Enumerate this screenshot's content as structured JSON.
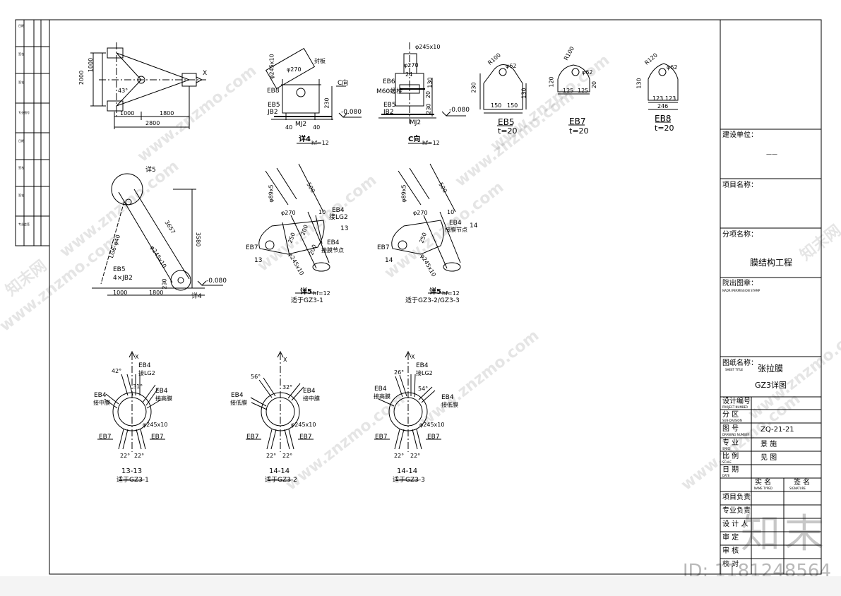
{
  "left_strip": {
    "labels": [
      "日期",
      "签名",
      "签名",
      "专业图号",
      "日期",
      "签名",
      "签名",
      "专业会签"
    ]
  },
  "drawing1": {
    "axis_x": "X",
    "dim_1000": "1000",
    "dim_2000": "2000",
    "dim_1800": "1800",
    "dim_2800": "2800",
    "angle": "43°"
  },
  "detail4": {
    "labels": {
      "top": "φ270",
      "pipe": "φ245x10",
      "side": "封板",
      "c_dir": "C向",
      "eb8": "EB8",
      "eb5": "EB5",
      "jb2": "JB2",
      "mj2": "MJ2",
      "dim230": "230",
      "dim40a": "40",
      "dim40b": "40",
      "elev": "-0.080"
    },
    "title": "详4",
    "sub": "hf=12"
  },
  "c_view": {
    "labels": {
      "pipe": "φ245x10",
      "top": "φ270",
      "d24": "24",
      "eb6": "EB6",
      "bolt": "M60螺栓",
      "eb5": "EB5",
      "jb2": "JB2",
      "mj2": "MJ2",
      "d130": "130",
      "d20": "20",
      "d230": "230",
      "elev": "-0.080"
    },
    "title": "C向",
    "sub": "hf=12"
  },
  "plates": [
    {
      "name": "EB5",
      "t": "t=20",
      "r": "R100",
      "hole": "φ62",
      "h1": "230",
      "h2": "130",
      "w1": "150",
      "w2": "150"
    },
    {
      "name": "EB7",
      "t": "t=20",
      "r": "R100",
      "hole": "φ62",
      "h1": "120",
      "h2": "20",
      "w1": "125",
      "w2": "125"
    },
    {
      "name": "EB8",
      "t": "t=20",
      "r": "R120",
      "hole": "φ62",
      "h1": "130",
      "w1": "123",
      "w2": "123",
      "w3": "246"
    }
  ],
  "elevation": {
    "ref5": "详5",
    "rod": "LG6-φ40",
    "pipe": "φ245x10",
    "len": "3657",
    "h": "3580",
    "eb5": "EB5",
    "jb2": "4×JB2",
    "d1000": "1000",
    "d1800": "1800",
    "d230": "230",
    "elev": "-0.080",
    "ref4": "详4"
  },
  "detail5a": {
    "pipe": "φ89x5",
    "d500": "500",
    "top": "φ270",
    "d10": "10",
    "eb4a": "EB4",
    "lg2": "接LG2",
    "eb7": "EB7",
    "d250": "250",
    "d200a": "200",
    "d200b": "200",
    "eb4b": "EB4",
    "node": "接膜节点",
    "pipe2": "φ245x10",
    "t13a": "13",
    "t13b": "13",
    "title": "详5",
    "sub": "hf=12",
    "applies": "适于GZ3-1"
  },
  "detail5b": {
    "pipe": "φ89x5",
    "d500": "500",
    "top": "φ270",
    "d10": "10",
    "eb4": "EB4",
    "node": "接膜节点",
    "eb7": "EB7",
    "d250": "250",
    "pipe2": "φ245x10",
    "t14a": "14",
    "t14b": "14",
    "title": "详5",
    "sub": "hf=12",
    "applies": "适于GZ3-2/GZ3-3"
  },
  "sections": [
    {
      "title": "13-13",
      "applies": "适于GZ3-1",
      "x": "X",
      "a1": "42°",
      "a2": "31°",
      "eb4a": "EB4",
      "lg2": "接LG2",
      "eb4l": "EB4",
      "meml": "接中膜",
      "eb4r": "EB4",
      "memr": "接高膜",
      "pipe": "φ245x10",
      "eb7l": "EB7",
      "eb7r": "EB7",
      "a3": "22°",
      "a4": "22°"
    },
    {
      "title": "14-14",
      "applies": "适于GZ3-2",
      "x": "X",
      "a1": "56°",
      "a2": "32°",
      "eb4l": "EB4",
      "meml": "接低膜",
      "eb4r": "EB4",
      "memr": "接中膜",
      "pipe": "φ245x10",
      "eb7l": "EB7",
      "eb7r": "EB7",
      "a3": "22°",
      "a4": "22°"
    },
    {
      "title": "14-14",
      "applies": "适于GZ3-3",
      "x": "X",
      "a1": "26°",
      "a2": "54°",
      "eb4a": "EB4",
      "lg2": "接LG2",
      "eb4l": "EB4",
      "meml": "接高膜",
      "eb4r": "EB4",
      "memr": "接低膜",
      "pipe": "φ245x10",
      "eb7l": "EB7",
      "eb7r": "EB7",
      "a3": "22°",
      "a4": "22°"
    }
  ],
  "title_block": {
    "build_unit_label": "建设单位：",
    "build_unit_value": "——",
    "project_label": "项目名称：",
    "sub_project_label": "分项名称：",
    "sub_project_value": "膜结构工程",
    "stamp_label": "院出图章：",
    "stamp_en": "NADRI PERMISSION STAMP",
    "sheet_title_label": "图纸名称：",
    "sheet_title_en": "SHEET TITLE",
    "sheet_title_1": "张拉膜",
    "sheet_title_2": "GZ3详图",
    "rows": [
      {
        "label": "设计编号",
        "en": "PROJECT NUMBER",
        "value": ""
      },
      {
        "label": "分 区",
        "en": "SUB-DIVISION",
        "value": ""
      },
      {
        "label": "图 号",
        "en": "DRAWING NUMBER",
        "value": "ZQ-21-21"
      },
      {
        "label": "专 业",
        "en": "SPECI",
        "value": "景 施"
      },
      {
        "label": "比 例",
        "en": "SCALE",
        "value": "见 图"
      },
      {
        "label": "日 期",
        "en": "DATE",
        "value": ""
      }
    ],
    "sign_head": {
      "name": "实 名",
      "name_en": "NAME TYPED",
      "sig": "签 名",
      "sig_en": "SIGNATURE"
    },
    "sign_rows": [
      "项目负责",
      "专业负责",
      "设 计 人",
      "审 定",
      "审 核",
      "校 对"
    ]
  },
  "watermark": {
    "text1": "www.znzmo.com",
    "text2": "知末网",
    "brand": "知末",
    "id": "ID: 1181248564"
  }
}
